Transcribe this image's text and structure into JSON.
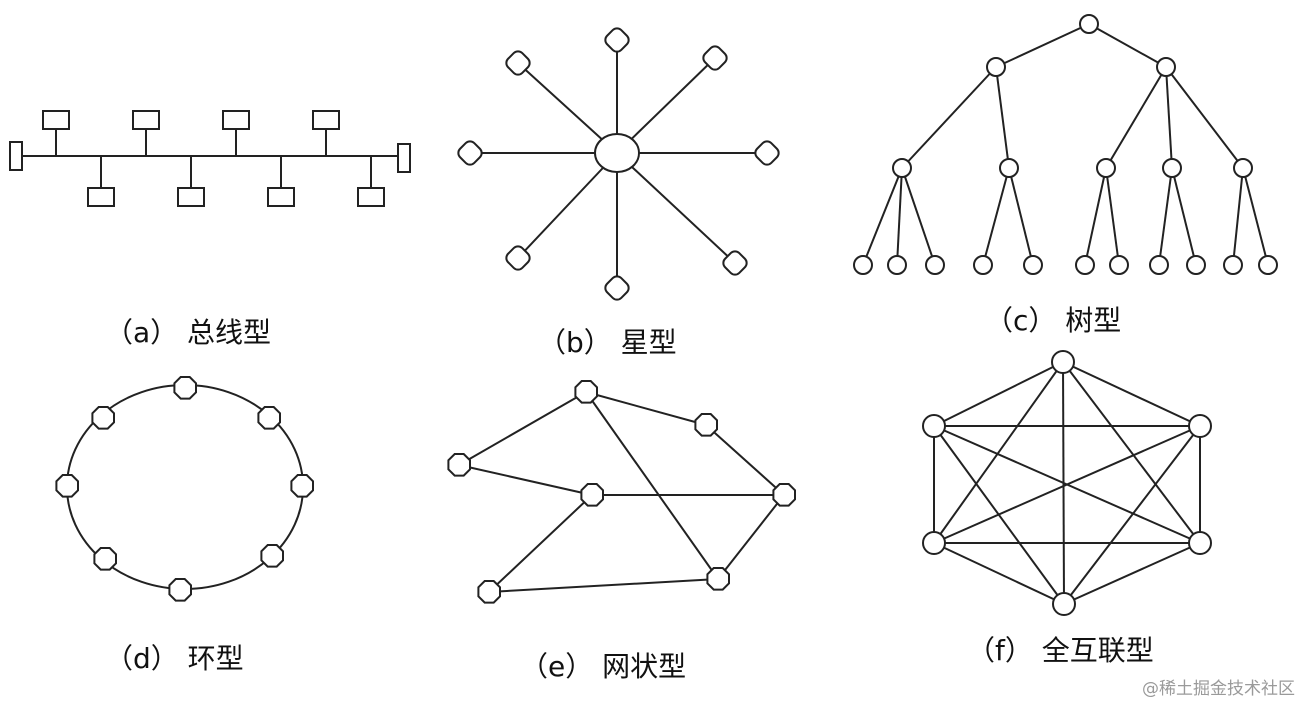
{
  "captions": {
    "a": "（a） 总线型",
    "b": "（b） 星型",
    "c": "（c） 树型",
    "d": "（d） 环型",
    "e": "（e） 网状型",
    "f": "（f） 全互联型"
  },
  "watermark": "@稀土掘金技术社区",
  "colors": {
    "stroke": "#222222",
    "node_fill": "#ffffff",
    "background": "#ffffff",
    "watermark": "#9a9a9a"
  }
}
